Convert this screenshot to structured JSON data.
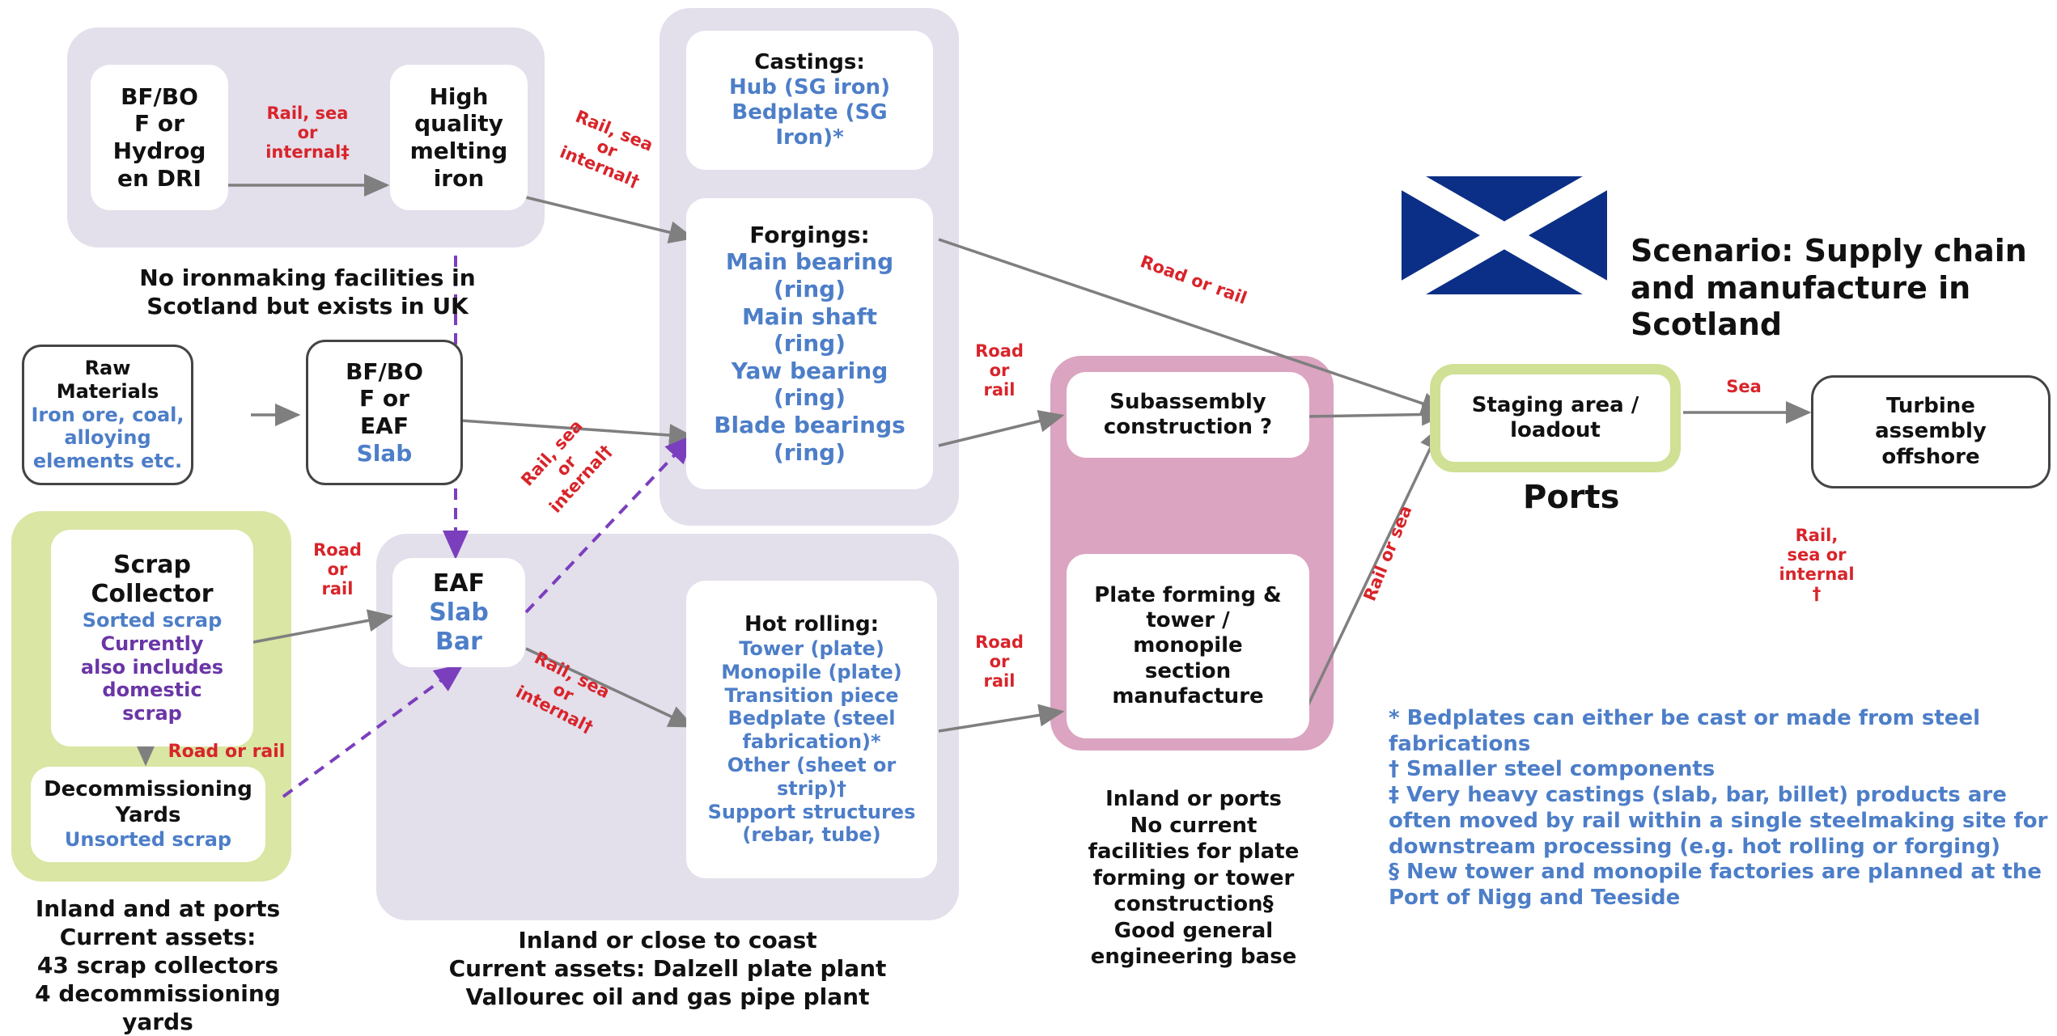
{
  "ironmaking": {
    "bfbof_dri": "BF/BO\nF or\nHydrog\nen DRI",
    "hq_iron": "High\nquality\nmelting\niron",
    "link_label": "Rail, sea\nor\ninternal‡",
    "caption": "No ironmaking facilities in\nScotland but exists in UK"
  },
  "raw_materials": {
    "title": "Raw Materials",
    "detail": "Iron ore, coal,\nalloying\nelements etc."
  },
  "bfbof_eaf": {
    "title": "BF/BO\nF or\nEAF",
    "detail": "Slab"
  },
  "scrap": {
    "collector_title": "Scrap\nCollector",
    "collector_detail": "Sorted scrap",
    "collector_note": "Currently\nalso includes\ndomestic\nscrap",
    "link_label": "Road or rail",
    "yards_title": "Decommissioning\nYards",
    "yards_detail": "Unsorted scrap",
    "caption": "Inland and at ports\nCurrent assets:\n43 scrap collectors\n4 decommissioning yards"
  },
  "eaf": {
    "title": "EAF",
    "detail": "Slab\nBar"
  },
  "castings": {
    "title": "Castings:",
    "detail": "Hub (SG iron)\nBedplate (SG\nIron)*"
  },
  "forgings": {
    "title": "Forgings:",
    "detail": "Main bearing\n(ring)\nMain shaft\n(ring)\nYaw bearing\n(ring)\nBlade bearings\n(ring)"
  },
  "hot_rolling": {
    "title": "Hot rolling:",
    "detail": "Tower (plate)\nMonopile (plate)\nTransition piece\nBedplate (steel\nfabrication)*\nOther (sheet or\nstrip)†\nSupport structures\n(rebar, tube)",
    "caption": "Inland or close to coast\nCurrent assets: Dalzell plate plant\nVallourec oil and gas pipe plant"
  },
  "fabrication": {
    "subassembly": "Subassembly\nconstruction ?",
    "plate_forming": "Plate forming &\ntower /\nmonopile\nsection\nmanufacture",
    "caption": "Inland or ports\nNo current\nfacilities for plate\nforming or tower\nconstruction§\nGood general\nengineering base"
  },
  "ports": {
    "staging": "Staging area /\nloadout",
    "label": "Ports",
    "turbine": "Turbine\nassembly\noffshore",
    "sea_label": "Sea"
  },
  "route_labels": {
    "rail_sea_internal_a": "Rail, sea\nor\ninternal†",
    "rail_sea_internal_b": "Rail, sea\nor\ninternal†",
    "rail_sea_internal_c": "Rail, sea\nor\ninternal†",
    "rail_sea_internal_d": "Rail,\nsea or\ninternal\n†",
    "road_or_rail_diag": "Road or rail",
    "road_or_rail_1": "Road\nor\nrail",
    "road_or_rail_2": "Road\nor\nrail",
    "road_or_rail_3": "Road\nor\nrail",
    "rail_or_sea": "Rail or sea"
  },
  "scenario": "Scenario: Supply chain\nand manufacture in\nScotland",
  "notes": [
    "* Bedplates can either be cast or made from steel fabrications",
    "† Smaller steel components",
    "‡ Very heavy castings (slab, bar, billet) products are often moved by rail within a single steelmaking site for downstream processing (e.g. hot rolling or forging)",
    "§ New tower and monopile factories are planned at the Port of Nigg and Teeside"
  ],
  "colors": {
    "lavender_group": "#e3dfeb",
    "green_group": "#d9e6a4",
    "pink_group": "#dba4c0",
    "detail_text": "#4d7ec8",
    "route_label": "#d8242a",
    "dashed_arrow": "#7b3fbd",
    "flag_blue": "#0b2f86"
  }
}
